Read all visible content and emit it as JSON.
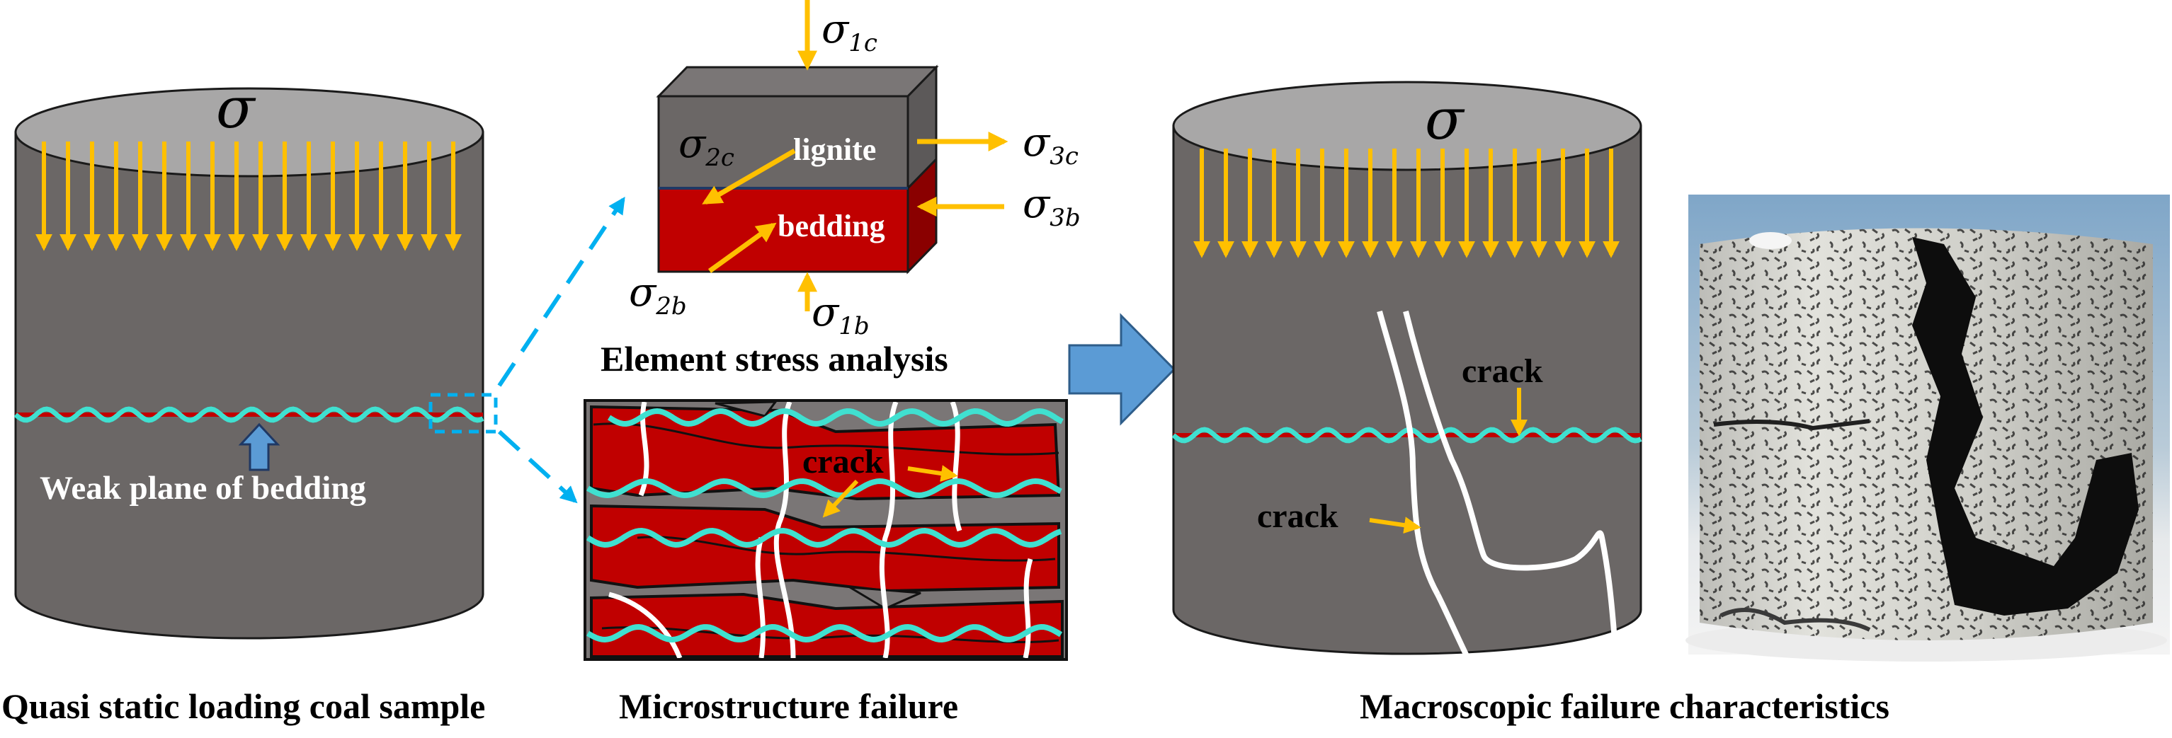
{
  "sample": {
    "load_symbol": "σ",
    "bedding_label": "Weak plane of bedding",
    "caption": "Quasi static loading coal sample"
  },
  "element": {
    "top_layer_label": "lignite",
    "bottom_layer_label": "bedding",
    "s1c": "σ",
    "s1c_sub": "1c",
    "s2c": "σ",
    "s2c_sub": "2c",
    "s3c": "σ",
    "s3c_sub": "3c",
    "s3b": "σ",
    "s3b_sub": "3b",
    "s2b": "σ",
    "s2b_sub": "2b",
    "s1b": "σ",
    "s1b_sub": "1b",
    "caption": "Element stress analysis"
  },
  "micro": {
    "crack_label": "crack",
    "caption": "Microstructure failure"
  },
  "macro": {
    "load_symbol": "σ",
    "crack_label_1": "crack",
    "crack_label_2": "crack",
    "caption": "Macroscopic failure characteristics"
  },
  "colors": {
    "coal": "#6b6766",
    "coal_top": "#a8a7a7",
    "bedding_red": "#c00000",
    "wave_cyan": "#40e0d0",
    "arrow_orange": "#ffc000",
    "leader_blue": "#00b0f0",
    "big_arrow_blue": "#5b9bd5"
  }
}
